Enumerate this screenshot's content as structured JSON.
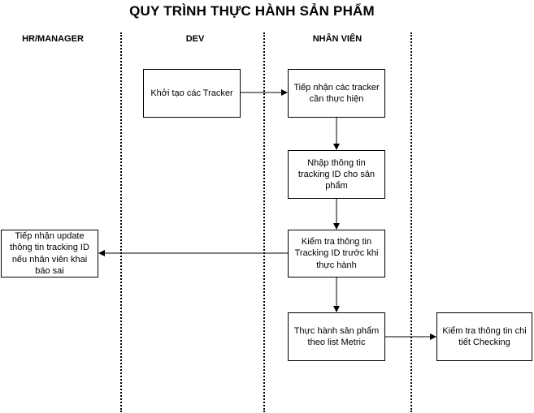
{
  "title": "QUY TRÌNH THỰC HÀNH SẢN PHẨM",
  "lanes": [
    "HR/MANAGER",
    "DEV",
    "NHÂN VIÊN"
  ],
  "nodes": {
    "create_tracker": "Khởi tạo các Tracker",
    "receive_trackers": "Tiếp nhận các tracker cần thực hiện",
    "enter_tracking_id": "Nhập thông tin tracking ID cho sản phẩm",
    "check_tracking_id": "Kiểm tra thông tin Tracking ID trước khi thực hành",
    "practice_product": "Thực hành sản phẩm theo list Metric",
    "check_details": "Kiểm tra thông tin chi tiết Checking",
    "receive_update": "Tiếp nhận update thông tin tracking ID nếu nhân viên khai báo sai"
  }
}
